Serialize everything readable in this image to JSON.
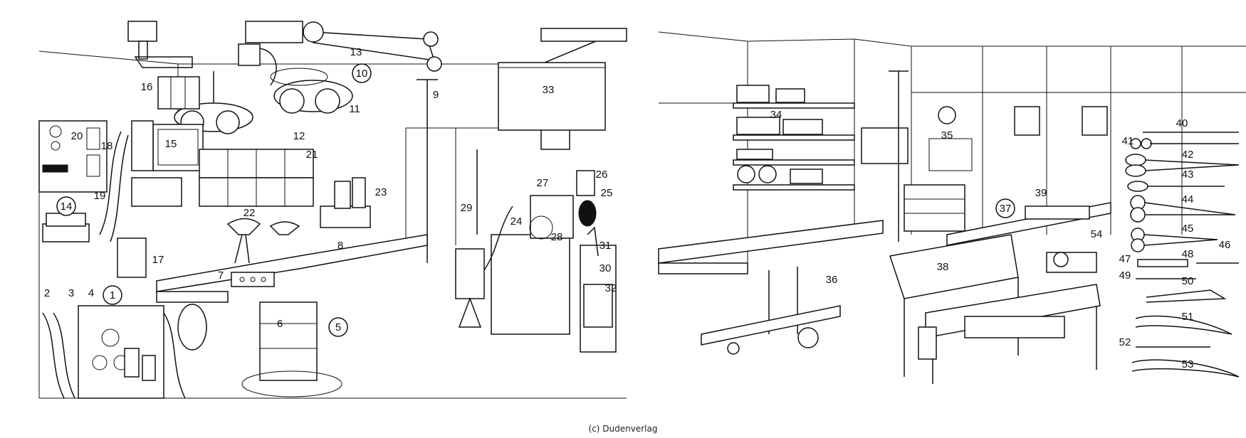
{
  "left_panel": {
    "numbers": [
      "1",
      "2",
      "3",
      "4",
      "5",
      "6",
      "7",
      "8",
      "9",
      "10",
      "11",
      "12",
      "13",
      "14",
      "15",
      "16",
      "17",
      "18",
      "19",
      "20",
      "21",
      "22",
      "23",
      "24",
      "25",
      "26",
      "27",
      "28",
      "29",
      "30",
      "31",
      "32",
      "33"
    ],
    "circled": [
      "1",
      "5",
      "10",
      "14"
    ]
  },
  "right_panel": {
    "numbers": [
      "34",
      "35",
      "36",
      "37",
      "38",
      "39",
      "40",
      "41",
      "42",
      "43",
      "44",
      "45",
      "46",
      "47",
      "48",
      "49",
      "50",
      "51",
      "52",
      "53",
      "54"
    ],
    "circled": [
      "37"
    ]
  },
  "credit": "(c) Dudenverlag"
}
